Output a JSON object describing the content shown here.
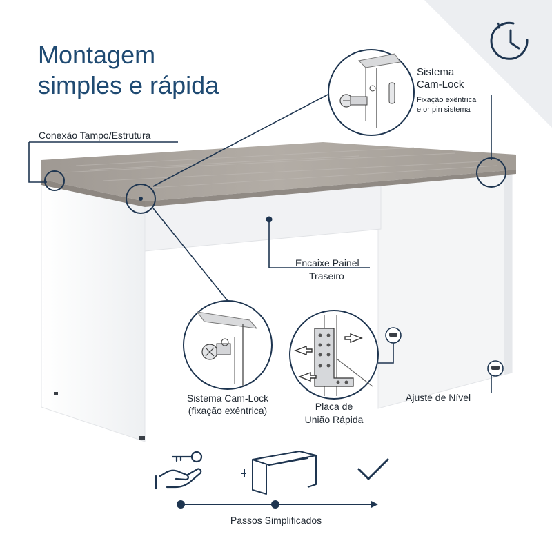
{
  "title": {
    "line1": "Montagem",
    "line2": "simples e rápida"
  },
  "labels": {
    "conexao": "Conexão Tampo/Estrutura",
    "cam_top_1": "Sistema",
    "cam_top_2": "Cam-Lock",
    "cam_top_3": "Fixação exêntrica",
    "cam_top_4": "e or pin sistema",
    "encaixe_1": "Encaixe Painel",
    "encaixe_2": "Traseiro",
    "cam_bottom_1": "Sistema Cam-Lock",
    "cam_bottom_2": "(fixação exêntrica)",
    "placa_1": "Placa de",
    "placa_2": "União Rápida",
    "ajuste": "Ajuste de Nível",
    "passos": "Passos Simplificados"
  },
  "icons": [
    "clock-icon",
    "key-icon",
    "hand-icon",
    "desk-assembly-icon",
    "checkmark-icon"
  ],
  "colors": {
    "accent": "#1e3550",
    "top": "#a8a29b",
    "panel": "#ffffff",
    "corner": "#eceef1"
  }
}
